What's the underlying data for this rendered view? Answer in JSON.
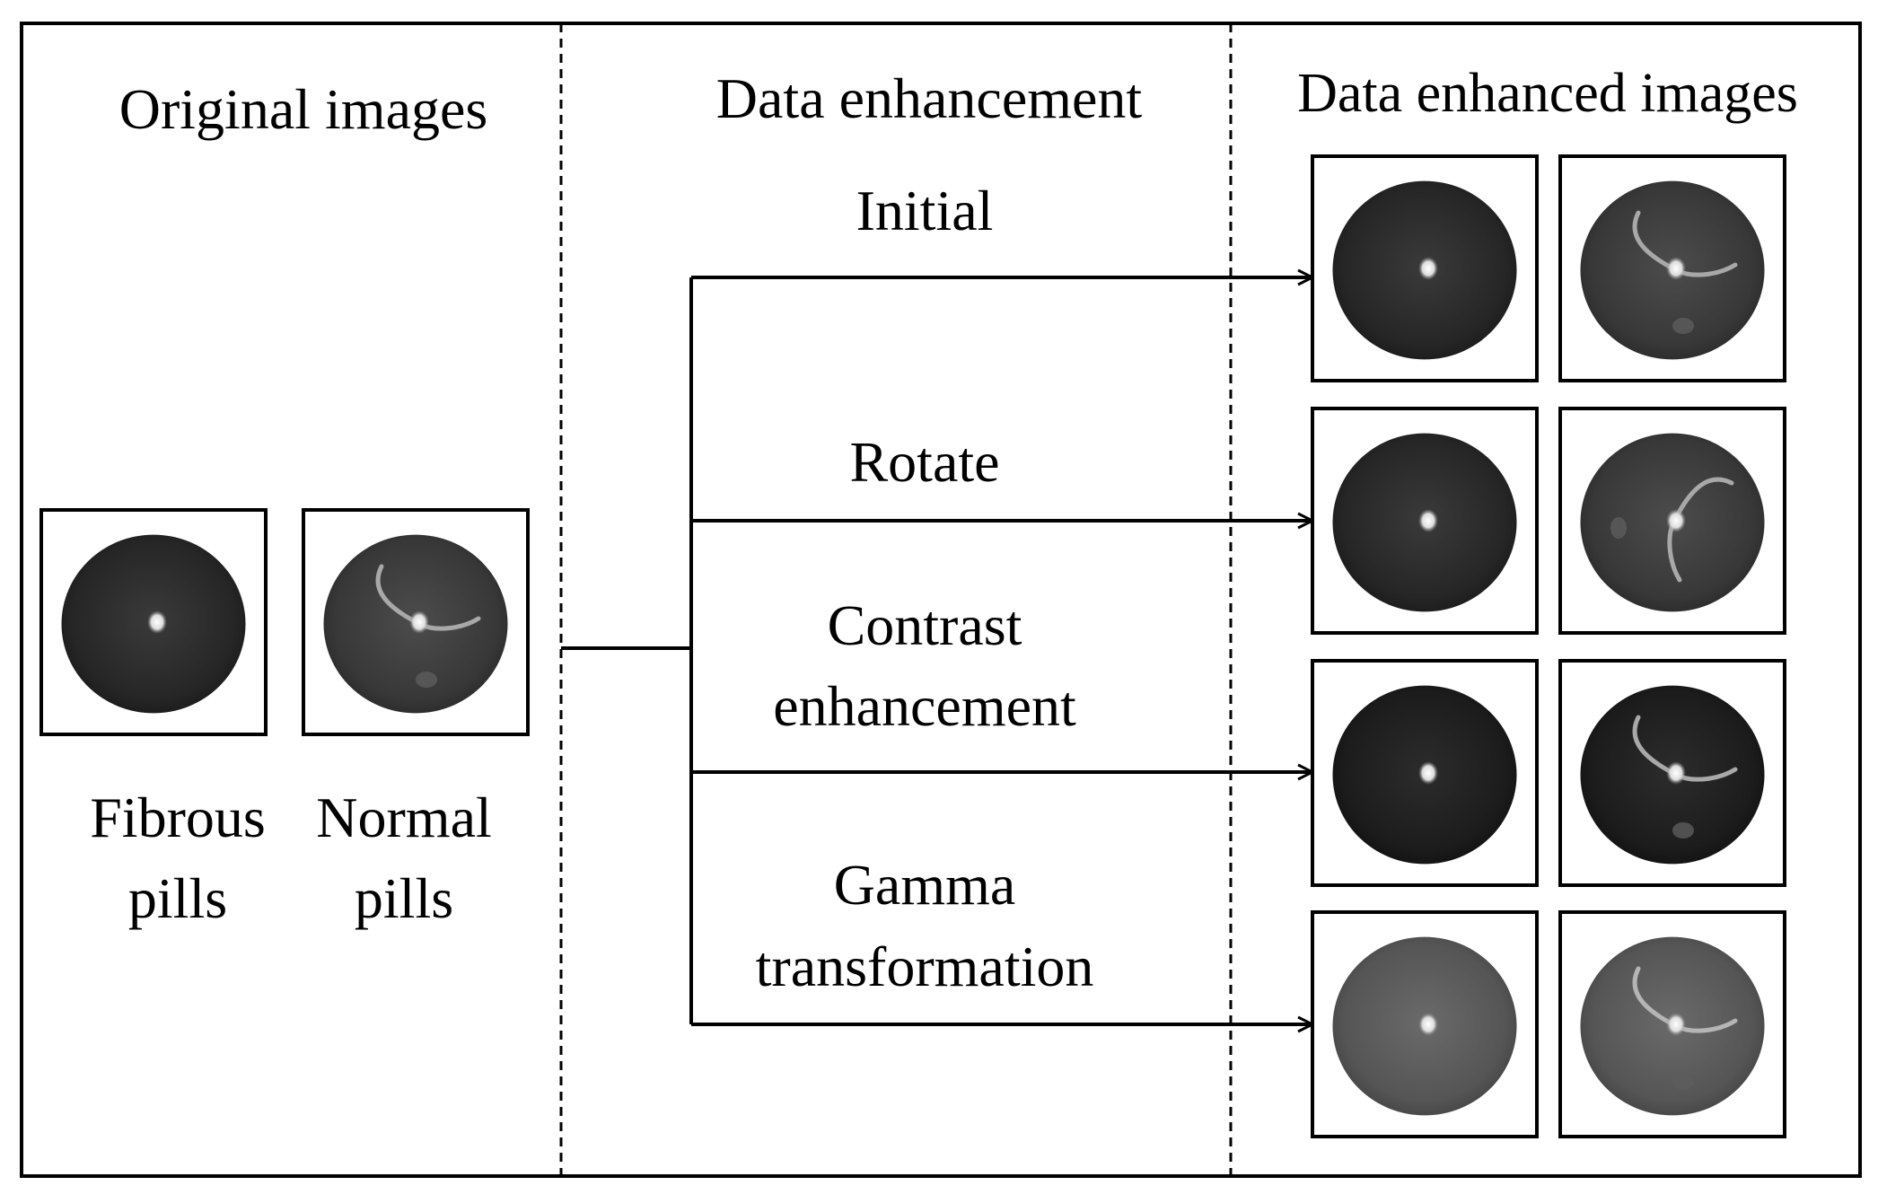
{
  "sections": {
    "original": {
      "title": "Original images"
    },
    "enhancement": {
      "title": "Data enhancement"
    },
    "enhanced": {
      "title": "Data enhanced images"
    }
  },
  "original_images": [
    {
      "kind": "fibrous",
      "label_line1": "Fibrous",
      "label_line2": "pills"
    },
    {
      "kind": "normal",
      "label_line1": "Normal",
      "label_line2": "pills"
    }
  ],
  "branches": [
    {
      "label_lines": [
        "Initial"
      ],
      "tone": "initial"
    },
    {
      "label_lines": [
        "Rotate"
      ],
      "tone": "rotate"
    },
    {
      "label_lines": [
        "Contrast",
        "enhancement"
      ],
      "tone": "contrast"
    },
    {
      "label_lines": [
        "Gamma",
        "transformation"
      ],
      "tone": "gamma"
    }
  ],
  "colors": {
    "line": "#000000",
    "pill_dark": "#242424",
    "pill_gamma": "#4a4a4a",
    "background": "#ffffff"
  }
}
